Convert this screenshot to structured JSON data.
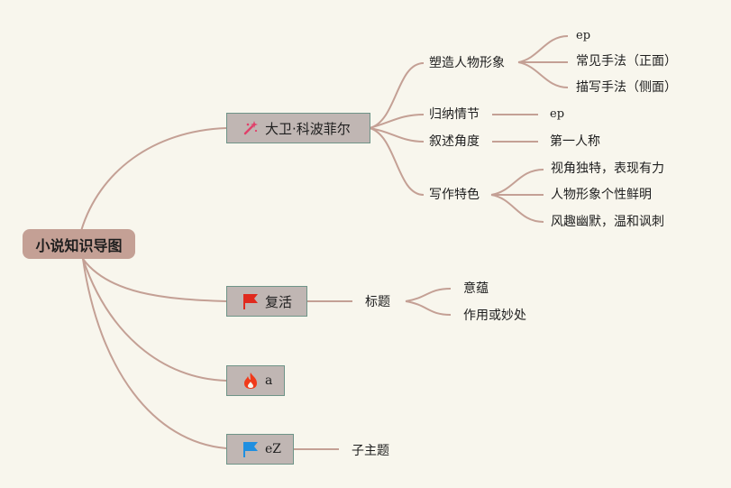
{
  "root": {
    "label": "小说知识导图"
  },
  "branches": [
    {
      "label": "大卫·科波菲尔",
      "icon": "magic-wand-icon",
      "children": [
        {
          "label": "塑造人物形象",
          "children": [
            "ep",
            "常见手法（正面）",
            "描写手法（侧面）"
          ]
        },
        {
          "label": "归纳情节",
          "children": [
            "ep"
          ]
        },
        {
          "label": "叙述角度",
          "children": [
            "第一人称"
          ]
        },
        {
          "label": "写作特色",
          "children": [
            "视角独特，表现有力",
            "人物形象个性鲜明",
            "风趣幽默，温和讽刺"
          ]
        }
      ]
    },
    {
      "label": "复活",
      "icon": "red-flag-icon",
      "children": [
        {
          "label": "标题",
          "children": [
            "意蕴",
            "作用或妙处"
          ]
        }
      ]
    },
    {
      "label": "a",
      "icon": "fire-icon",
      "children": []
    },
    {
      "label": "eZ",
      "icon": "blue-flag-icon",
      "children": [
        {
          "label": "子主题",
          "children": []
        }
      ]
    }
  ],
  "colors": {
    "background": "#f8f6ed",
    "root_fill": "#c4a095",
    "branch_fill": "#c0b6b3",
    "branch_border": "#6f9488",
    "connector": "#c4a095"
  }
}
